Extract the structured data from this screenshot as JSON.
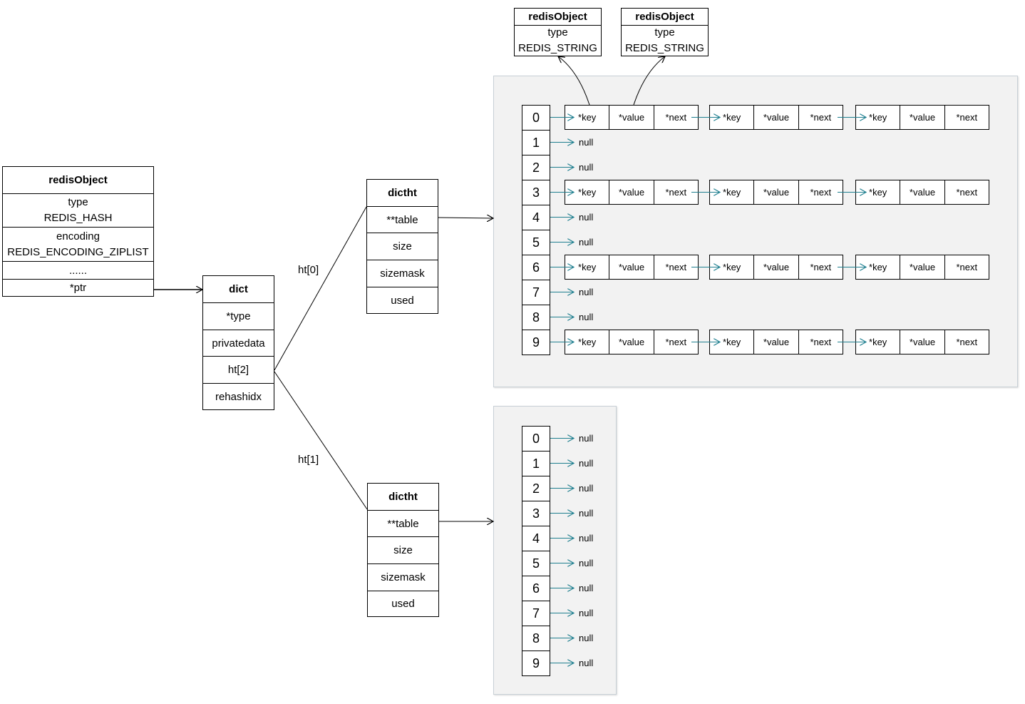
{
  "redis_object_main": {
    "title": "redisObject",
    "type_label": "type",
    "type_value": "REDIS_HASH",
    "encoding_label": "encoding",
    "encoding_value": "REDIS_ENCODING_ZIPLIST",
    "ellipsis": "......",
    "ptr": "*ptr"
  },
  "dict": {
    "title": "dict",
    "fields": [
      "*type",
      "privatedata",
      "ht[2]",
      "rehashidx"
    ]
  },
  "edge_labels": {
    "ht0": "ht[0]",
    "ht1": "ht[1]"
  },
  "dictht0": {
    "title": "dictht",
    "fields": [
      "**table",
      "size",
      "sizemask",
      "used"
    ]
  },
  "dictht1": {
    "title": "dictht",
    "fields": [
      "**table",
      "size",
      "sizemask",
      "used"
    ]
  },
  "string_objects": [
    {
      "title": "redisObject",
      "type_label": "type",
      "type_value": "REDIS_STRING"
    },
    {
      "title": "redisObject",
      "type_label": "type",
      "type_value": "REDIS_STRING"
    }
  ],
  "table0": {
    "indices": [
      "0",
      "1",
      "2",
      "3",
      "4",
      "5",
      "6",
      "7",
      "8",
      "9"
    ],
    "chained_rows": [
      0,
      3,
      6,
      9
    ],
    "null_rows": [
      1,
      2,
      4,
      5,
      7,
      8
    ],
    "entry_fields": [
      "*key",
      "*value",
      "*next"
    ],
    "null_text": "null"
  },
  "table1": {
    "indices": [
      "0",
      "1",
      "2",
      "3",
      "4",
      "5",
      "6",
      "7",
      "8",
      "9"
    ],
    "null_text": "null"
  },
  "colors": {
    "arrow": "#1f7f8f",
    "panel": "#f2f2f2",
    "line": "#000000"
  }
}
